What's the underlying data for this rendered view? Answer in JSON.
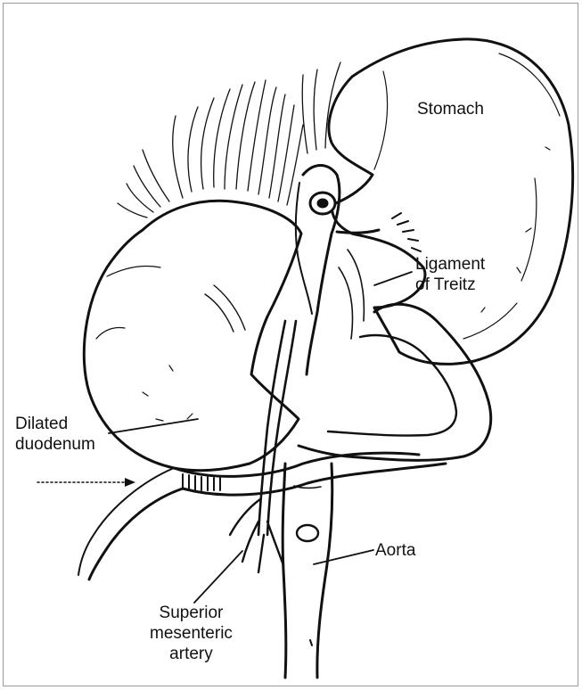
{
  "labels": {
    "stomach": "Stomach",
    "ligament_line1": "Ligament",
    "ligament_line2": "of Treitz",
    "duodenum_line1": "Dilated",
    "duodenum_line2": "duodenum",
    "aorta": "Aorta",
    "sma_line1": "Superior",
    "sma_line2": "mesenteric",
    "sma_line3": "artery"
  },
  "colors": {
    "ink": "#111111",
    "background": "#ffffff",
    "frame": "#9a9a9a"
  }
}
